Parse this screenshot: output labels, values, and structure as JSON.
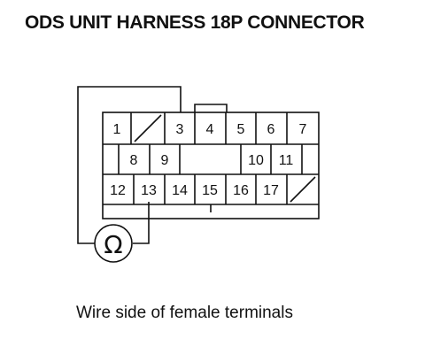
{
  "title": "ODS UNIT HARNESS 18P CONNECTOR",
  "caption": "Wire side of female terminals",
  "meter_symbol": "Ω",
  "connector": {
    "row1": [
      "1",
      "",
      "3",
      "4",
      "5",
      "6",
      "7"
    ],
    "row2": [
      "8",
      "9",
      "",
      "10",
      "11"
    ],
    "row3": [
      "12",
      "13",
      "14",
      "15",
      "16",
      "17",
      ""
    ]
  }
}
